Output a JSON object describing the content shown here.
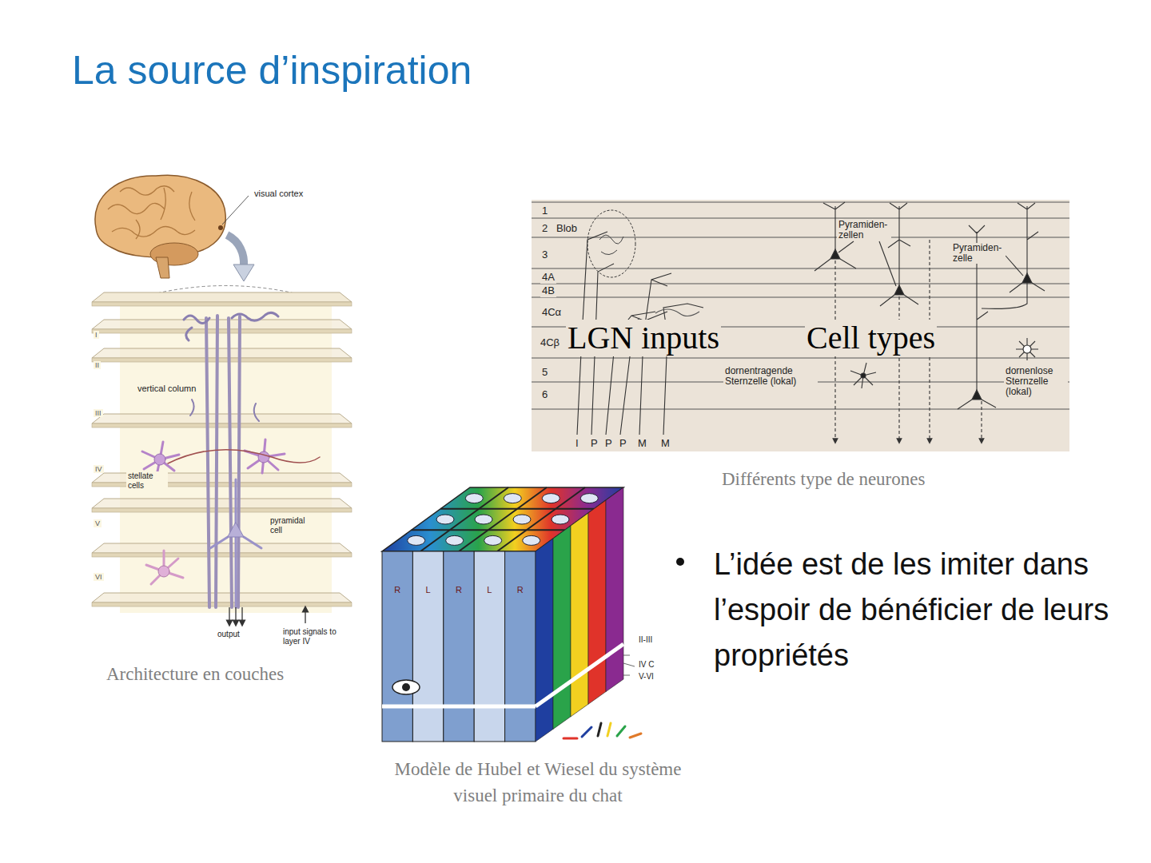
{
  "diagram": {
    "title": "La source d’inspiration",
    "labels": [
      "visual cortex",
      "I",
      "II",
      "vertical column",
      "III",
      "IV",
      "stellate cells",
      "V",
      "pyramidal cell",
      "VI",
      "output",
      "input signals to layer IV",
      "Architecture en couches",
      "1",
      "2",
      "Blob",
      "3",
      "4A",
      "4B",
      "4Cα",
      "4Cβ",
      "5",
      "6",
      "Pyramiden-zellen",
      "Pyramiden-zelle",
      "LGN inputs",
      "Cell types",
      "dornentragende Sternzelle (lokal)",
      "dornenlose Sternzelle (lokal)",
      "I",
      "P",
      "P",
      "P",
      "M",
      "M",
      "Différents type de neurones",
      "R",
      "L",
      "R",
      "L",
      "R",
      "II-III",
      "IV C",
      "V-VI",
      "Modèle de Hubel et Wiesel du système visuel primaire du chat",
      "L’idée est de les imiter dans l’espoir de bénéficier de leurs propriétés"
    ]
  }
}
